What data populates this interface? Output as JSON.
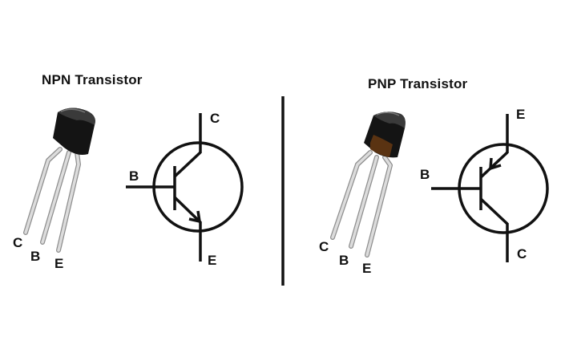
{
  "npn": {
    "title": "NPN Transistor",
    "package_leads": [
      "C",
      "B",
      "E"
    ],
    "symbol": {
      "base": "B",
      "collector": "C",
      "emitter": "E",
      "arrow": "outward-on-emitter"
    }
  },
  "pnp": {
    "title": "PNP Transistor",
    "package_leads": [
      "C",
      "B",
      "E"
    ],
    "symbol": {
      "base": "B",
      "collector": "C",
      "emitter": "E",
      "arrow": "inward-on-emitter"
    }
  },
  "colors": {
    "background": "#ffffff",
    "line": "#111111",
    "package_body": "#1a1a1a",
    "lead": "#c8c8c8"
  }
}
